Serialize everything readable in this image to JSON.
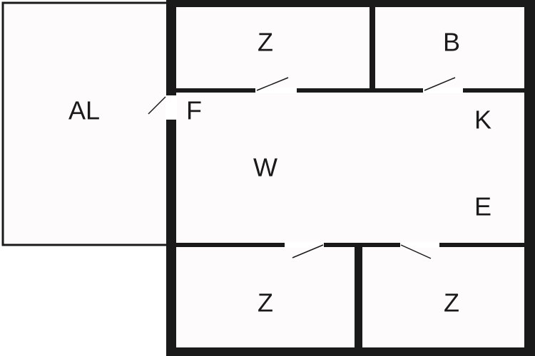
{
  "floorplan": {
    "colors": {
      "wall": "#1a1a1a",
      "room_fill": "#fdfbfb",
      "background": "#ffffff",
      "door_gap": "#ffffff"
    },
    "rooms": {
      "al": {
        "label": "AL"
      },
      "z_top": {
        "label": "Z"
      },
      "b": {
        "label": "B"
      },
      "f": {
        "label": "F"
      },
      "k": {
        "label": "K"
      },
      "w": {
        "label": "W"
      },
      "e": {
        "label": "E"
      },
      "z_bottom_left": {
        "label": "Z"
      },
      "z_bottom_right": {
        "label": "Z"
      }
    }
  }
}
